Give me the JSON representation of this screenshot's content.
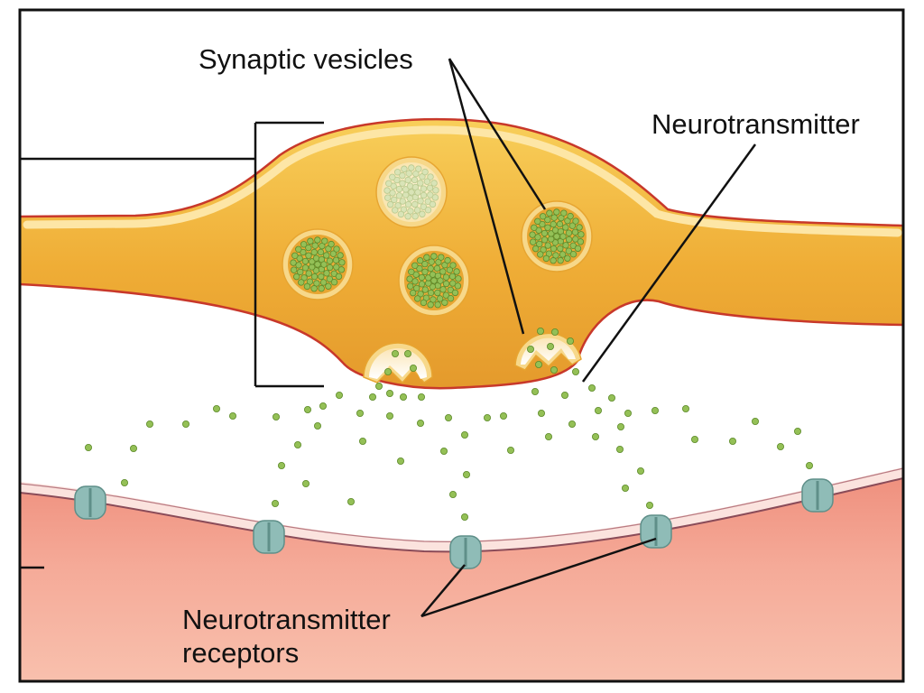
{
  "labels": {
    "synaptic_vesicles": "Synaptic vesicles",
    "neurotransmitter": "Neurotransmitter",
    "receptors_line1": "Neurotransmitter",
    "receptors_line2": "receptors"
  },
  "colors": {
    "border": "#111111",
    "axon_fill": "#f0b43c",
    "axon_highlight": "#fde6a6",
    "axon_outline": "#c8382a",
    "vesicle_ring": "#f7d88a",
    "neurotransmitter_dot": "#94c056",
    "dot_outline": "#5d8a2a",
    "postsynaptic_fill": "#f4a898",
    "membrane_band": "#fbe3de",
    "membrane_line": "#8a4b58",
    "receptor_fill": "#8fbcb7",
    "leader_line": "#111111"
  }
}
